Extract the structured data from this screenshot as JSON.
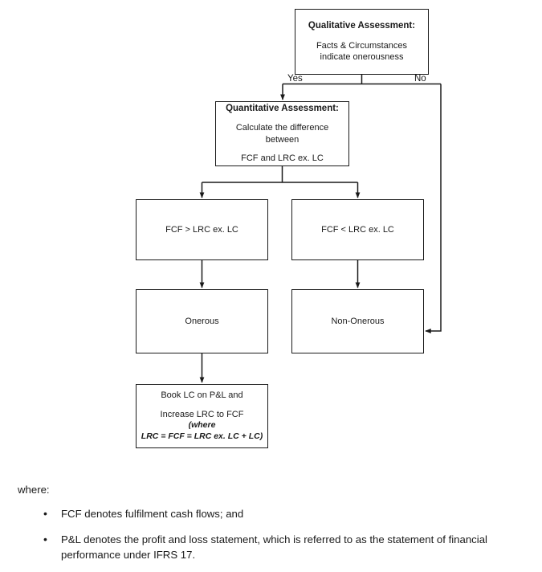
{
  "diagram": {
    "nodes": {
      "qualitative": {
        "title": "Qualitative Assessment:",
        "line1": "Facts & Circumstances",
        "line2": "indicate onerousness"
      },
      "quantitative": {
        "title": "Quantitative Assessment:",
        "line1": "Calculate the difference",
        "line2": "between",
        "line3": "FCF and LRC ex. LC"
      },
      "fcf_greater": {
        "label": "FCF > LRC ex. LC"
      },
      "fcf_less": {
        "label": "FCF < LRC ex. LC"
      },
      "onerous": {
        "label": "Onerous"
      },
      "non_onerous": {
        "label": "Non-Onerous"
      },
      "book_lc": {
        "line1": "Book LC on P&L and",
        "line2": "Increase LRC to FCF",
        "line3": "(where",
        "line4": "LRC = FCF = LRC ex. LC + LC)"
      }
    },
    "branches": {
      "yes": "Yes",
      "no": "No"
    },
    "line_color": "#1a1a1a",
    "box_border_color": "#1a1a1a",
    "background_color": "#ffffff"
  },
  "footnotes": {
    "lead": "where:",
    "bullet_glyph": "•",
    "items": [
      {
        "text": "FCF denotes fulfilment cash flows; and"
      },
      {
        "text": "P&L denotes the profit and loss statement, which is referred to as the statement of financial performance under IFRS 17."
      }
    ]
  }
}
